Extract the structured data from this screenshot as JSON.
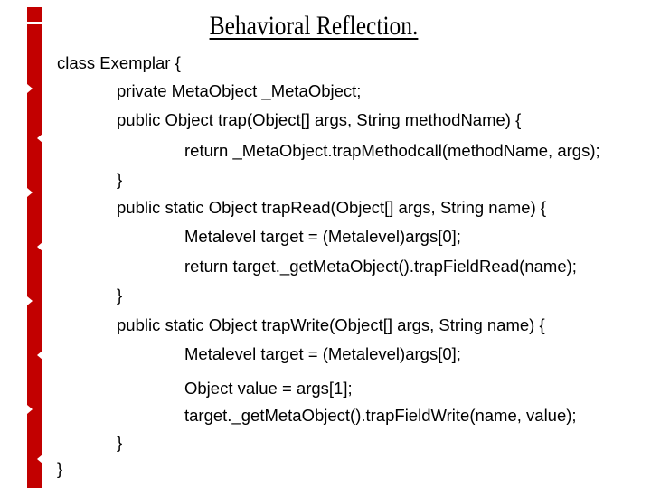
{
  "slide": {
    "title": "Behavioral Reflection.",
    "decoration": {
      "ribbon_color": "#c20000"
    },
    "code": {
      "lines": [
        "class Exemplar {",
        "private MetaObject _MetaObject;",
        "public Object trap(Object[] args, String methodName) {",
        "return _MetaObject.trapMethodcall(methodName, args);",
        "}",
        "public static Object trapRead(Object[] args, String name) {",
        "Metalevel target = (Metalevel)args[0];",
        "return target._getMetaObject().trapFieldRead(name);",
        "}",
        "public static Object trapWrite(Object[] args, String name) {",
        "Metalevel target = (Metalevel)args[0];",
        "Object value = args[1];",
        "target._getMetaObject().trapFieldWrite(name, value);",
        "}",
        "}"
      ]
    }
  }
}
